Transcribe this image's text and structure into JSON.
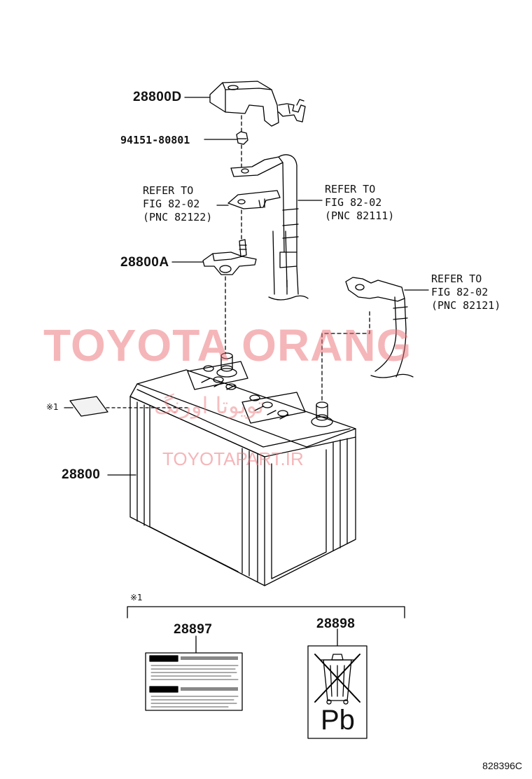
{
  "parts": {
    "top_cover": "28800D",
    "nut": "94151-80801",
    "clamp": "28800A",
    "battery": "28800",
    "label_caution": "28897",
    "label_recycle": "28898"
  },
  "references": {
    "ref_82122": {
      "line1": "REFER TO",
      "line2": "FIG 82-02",
      "line3": "(PNC 82122)"
    },
    "ref_82111": {
      "line1": "REFER TO",
      "line2": "FIG 82-02",
      "line3": "(PNC 82111)"
    },
    "ref_82121": {
      "line1": "REFER TO",
      "line2": "FIG 82-02",
      "line3": "(PNC 82121)"
    }
  },
  "notes": {
    "marker_left": "※1",
    "marker_group": "※1"
  },
  "label_text": {
    "pb": "Pb"
  },
  "watermarks": {
    "main": "TOYOTA ORANG",
    "site": "TOYOTAPART.IR",
    "farsi": "تویوتا اورنگ"
  },
  "figure_code": "828396C"
}
